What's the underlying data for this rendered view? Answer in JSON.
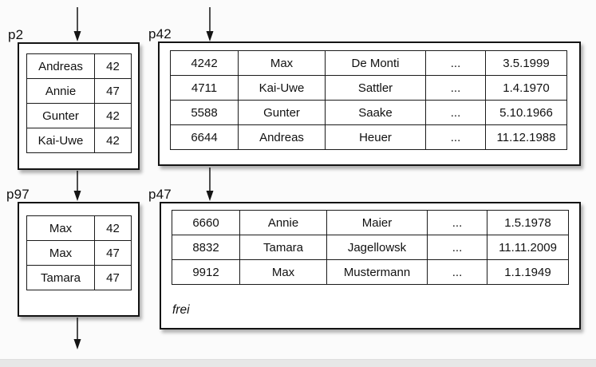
{
  "pages": {
    "p2": {
      "label": "p2",
      "rows": [
        [
          "Andreas",
          "42"
        ],
        [
          "Annie",
          "47"
        ],
        [
          "Gunter",
          "42"
        ],
        [
          "Kai-Uwe",
          "42"
        ]
      ]
    },
    "p42": {
      "label": "p42",
      "rows": [
        [
          "4242",
          "Max",
          "De Monti",
          "...",
          "3.5.1999"
        ],
        [
          "4711",
          "Kai-Uwe",
          "Sattler",
          "...",
          "1.4.1970"
        ],
        [
          "5588",
          "Gunter",
          "Saake",
          "...",
          "5.10.1966"
        ],
        [
          "6644",
          "Andreas",
          "Heuer",
          "...",
          "11.12.1988"
        ]
      ]
    },
    "p97": {
      "label": "p97",
      "rows": [
        [
          "Max",
          "42"
        ],
        [
          "Max",
          "47"
        ],
        [
          "Tamara",
          "47"
        ]
      ]
    },
    "p47": {
      "label": "p47",
      "rows": [
        [
          "6660",
          "Annie",
          "Maier",
          "...",
          "1.5.1978"
        ],
        [
          "8832",
          "Tamara",
          "Jagellowsk",
          "...",
          "11.11.2009"
        ],
        [
          "9912",
          "Max",
          "Mustermann",
          "...",
          "1.1.1949"
        ]
      ],
      "free_label": "frei"
    }
  },
  "colors": {
    "background": "#fbfbfb",
    "box_border": "#141414",
    "box_fill": "#ffffff",
    "arrow": "#141414",
    "bottom_strip": "#e7e7e7"
  }
}
